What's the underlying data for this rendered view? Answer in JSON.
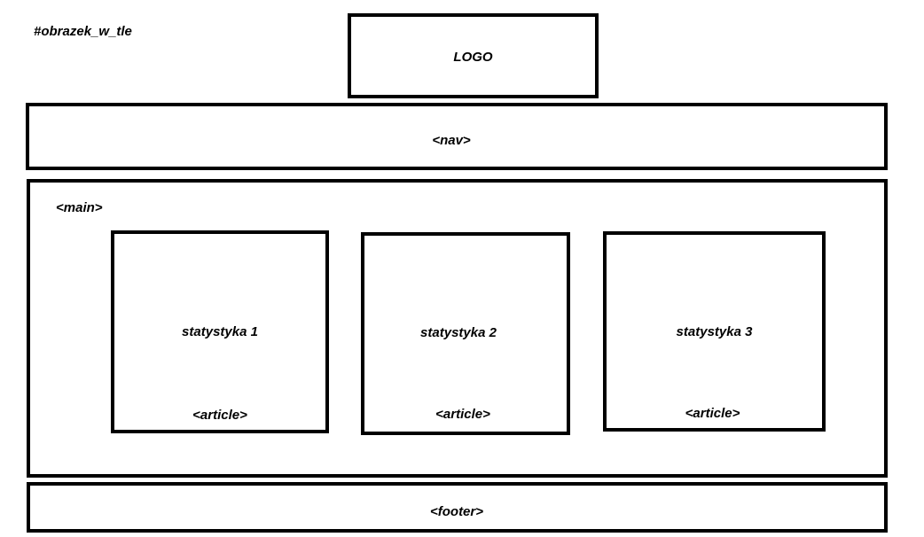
{
  "background_label": "#obrazek_w_tle",
  "logo": {
    "label": "LOGO"
  },
  "nav": {
    "label": "<nav>"
  },
  "main": {
    "label": "<main>",
    "articles": [
      {
        "title": "statystyka 1",
        "tag": "<article>"
      },
      {
        "title": "statystyka 2",
        "tag": "<article>"
      },
      {
        "title": "statystyka 3",
        "tag": "<article>"
      }
    ]
  },
  "footer": {
    "label": "<footer>"
  },
  "colors": {
    "stroke": "#000000",
    "background": "#ffffff"
  }
}
